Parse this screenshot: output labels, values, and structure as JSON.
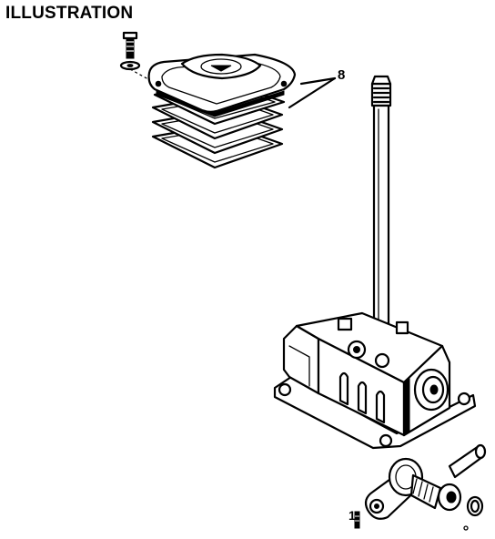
{
  "diagram": {
    "title": "ILLUSTRATION",
    "callouts": [
      {
        "label": "8",
        "target": "boot-gasket-stack"
      },
      {
        "label": "1",
        "target": "shift-lever-assembly"
      }
    ],
    "stroke_color": "#000000",
    "background_color": "#ffffff"
  }
}
